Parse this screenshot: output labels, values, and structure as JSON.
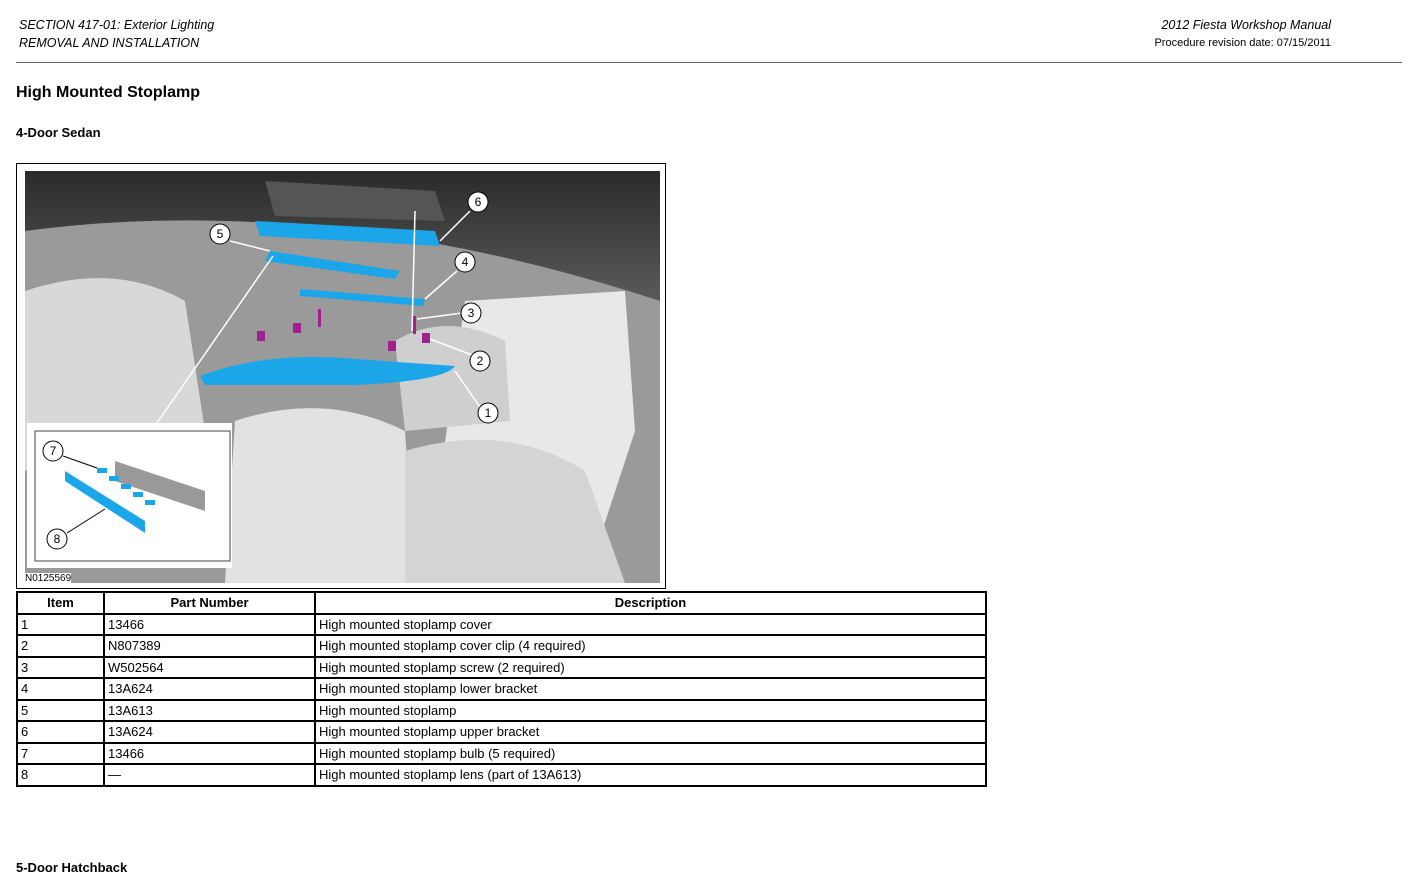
{
  "header": {
    "section": "SECTION 417-01: Exterior Lighting",
    "subsection": "REMOVAL AND INSTALLATION",
    "manual": "2012 Fiesta Workshop Manual",
    "revision": "Procedure revision date: 07/15/2011"
  },
  "title": "High Mounted Stoplamp",
  "sedan": {
    "heading": "4-Door Sedan",
    "figure_id": "N0125569",
    "callouts": [
      "1",
      "2",
      "3",
      "4",
      "5",
      "6",
      "7",
      "8"
    ]
  },
  "table": {
    "headers": [
      "Item",
      "Part Number",
      "Description"
    ],
    "rows": [
      [
        "1",
        "13466",
        "High mounted stoplamp cover"
      ],
      [
        "2",
        "N807389",
        "High mounted stoplamp cover clip (4 required)"
      ],
      [
        "3",
        "W502564",
        "High mounted stoplamp screw (2 required)"
      ],
      [
        "4",
        "13A624",
        "High mounted stoplamp lower bracket"
      ],
      [
        "5",
        "13A613",
        "High mounted stoplamp"
      ],
      [
        "6",
        "13A624",
        "High mounted stoplamp upper bracket"
      ],
      [
        "7",
        "13466",
        "High mounted stoplamp bulb (5 required)"
      ],
      [
        "8",
        "—",
        "High mounted stoplamp lens (part of 13A613)"
      ]
    ]
  },
  "hatchback": {
    "heading": "5-Door Hatchback"
  }
}
